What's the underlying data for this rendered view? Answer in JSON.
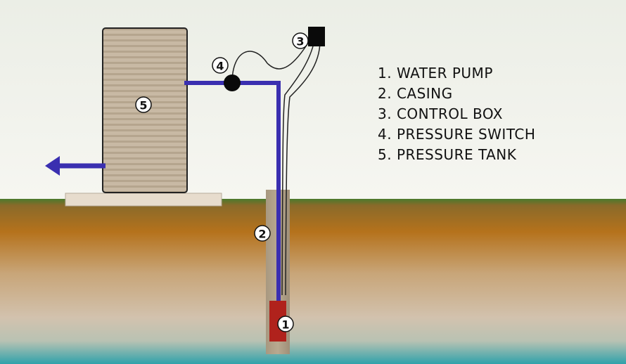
{
  "diagram": {
    "legend": [
      "1. WATER PUMP",
      "2. CASING",
      "3. CONTROL BOX",
      "4. PRESSURE SWITCH",
      "5. PRESSURE TANK"
    ],
    "badges": {
      "pump": "1",
      "casing": "2",
      "control_box": "3",
      "pressure_switch": "4",
      "pressure_tank": "5"
    },
    "colors": {
      "pipe": "#3a2fb0",
      "pump": "#b0221c",
      "control_box": "#0a0a0a",
      "grass": "#3f7a2e",
      "soil": "#b8741e",
      "water": "#2fa8b0"
    }
  }
}
